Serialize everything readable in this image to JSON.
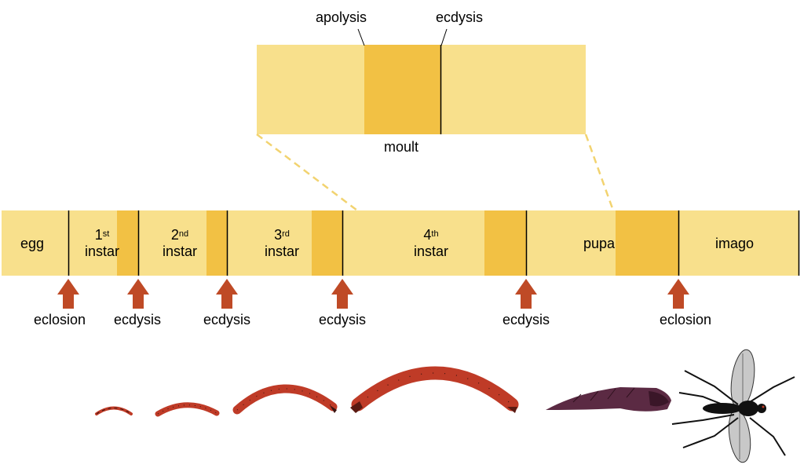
{
  "colors": {
    "stage_fill": "#f8e08c",
    "moult_fill": "#f2c144",
    "arrow_fill": "#bf4a26",
    "larva_fill": "#bf3b27",
    "pupa_fill": "#5b2a43",
    "adult_body": "#111111",
    "wing_fill": "#c8c8c8"
  },
  "zoom": {
    "apolysis_label": "apolysis",
    "ecdysis_label": "ecdysis",
    "moult_label": "moult"
  },
  "stages": [
    {
      "name": "egg"
    },
    {
      "num": "1",
      "sup": "st",
      "word": "instar"
    },
    {
      "num": "2",
      "sup": "nd",
      "word": "instar"
    },
    {
      "num": "3",
      "sup": "rd",
      "word": "instar"
    },
    {
      "num": "4",
      "sup": "th",
      "word": "instar"
    },
    {
      "name": "pupa"
    },
    {
      "name": "imago"
    }
  ],
  "events": [
    "eclosion",
    "ecdysis",
    "ecdysis",
    "ecdysis",
    "ecdysis",
    "eclosion"
  ],
  "organisms": [
    "first-instar-larva",
    "second-instar-larva",
    "third-instar-larva",
    "fourth-instar-larva",
    "pupa",
    "adult-fly"
  ]
}
